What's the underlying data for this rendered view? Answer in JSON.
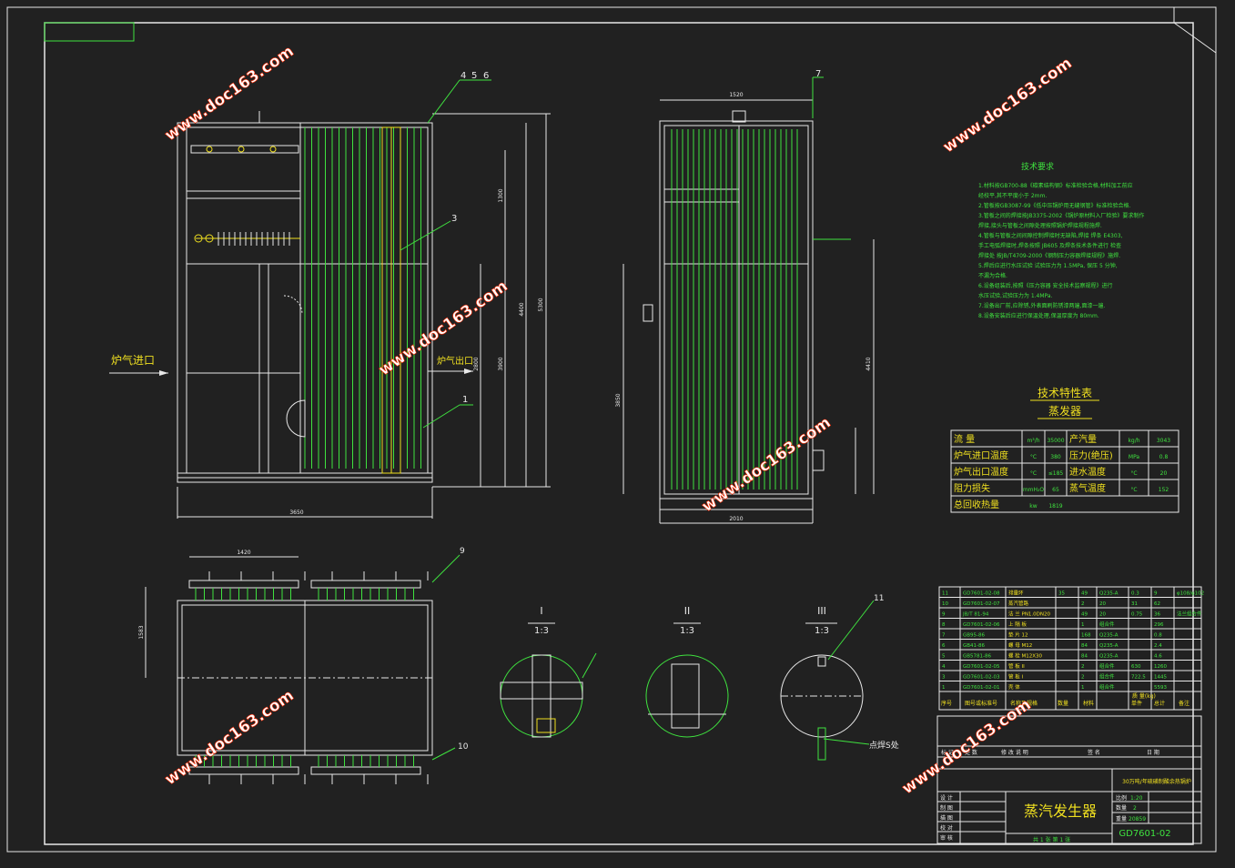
{
  "watermark": "www.doc163.com",
  "labels": {
    "flue_gas_inlet": "炉气进口",
    "flue_gas_outlet": "炉气出口",
    "section_1": "I",
    "section_2": "II",
    "section_3": "III",
    "scale_section": "1:3",
    "balloon_4": "4",
    "balloon_5": "5",
    "balloon_6": "6",
    "balloon_7": "7",
    "balloon_3": "3",
    "balloon_1": "1",
    "balloon_9": "9",
    "balloon_10": "10",
    "balloon_11": "11",
    "weld_note": "点焊S处"
  },
  "tech_requirements": {
    "title": "技术要求",
    "lines": [
      "1.材料按GB700-88《碳素结构钢》标准检验合格,材料加工前应",
      "  经校平,其不平度小于 2mm.",
      "2.管板按GB3087-99《低中压锅炉用无缝钢管》标准检验合格.",
      "3.管板之间的焊接按JB3375-2002《锅炉原材料入厂检验》要求制作",
      "  焊接,接头与管板之间隙处理按照锅炉焊接规程施焊.",
      "4.管板与管板之间间隙控制焊接时无缺陷,焊接 焊条 E4303,",
      "  手工电弧焊接时,焊条按照 JB605 及焊条技术条件进行 检查",
      "  焊接处 按JB/T4709-2000《钢制压力容器焊接规程》施焊.",
      "5.焊后应进行水压试验 试验压力为 1.5MPa, 保压 5 分钟,",
      "  不漏为合格.",
      "6.设备组装后,按照《压力容器 安全技术监察规程》进行",
      "  水压试验,试验压力为 1.4MPa.",
      "7.设备出厂前,应除锈,外表面刷防锈漆两遍,面漆一遍.",
      "8.设备安装后应进行保温处理,保温厚度为 80mm."
    ]
  },
  "spec_table": {
    "title": "技术特性表",
    "subtitle": "蒸发器",
    "rows": [
      [
        "流 量",
        "m³/h",
        "35000",
        "产汽量",
        "kg/h",
        "3043"
      ],
      [
        "炉气进口温度",
        "°C",
        "380",
        "压力(绝压)",
        "MPa",
        "0.8"
      ],
      [
        "炉气出口温度",
        "°C",
        "≤185",
        "进水温度",
        "°C",
        "20"
      ],
      [
        "阻力损失",
        "mmH₂O",
        "65",
        "蒸气温度",
        "°C",
        "152"
      ],
      [
        "总回收热量",
        "kw",
        "1819",
        "",
        "",
        ""
      ]
    ]
  },
  "bom": {
    "rows": [
      [
        "11",
        "GD7601-02-08",
        "排量环",
        "35",
        "49",
        "Q235-A",
        "0.3",
        "9",
        "φ108/φ102"
      ],
      [
        "10",
        "GD7601-02-07",
        "蒸汽管路",
        "",
        "2",
        "20",
        "31",
        "62",
        ""
      ],
      [
        "9",
        "JB/T 81-94",
        "法 兰 PN1.0DN20",
        "",
        "49",
        "20",
        "0.75",
        "36",
        "法兰组合件"
      ],
      [
        "8",
        "GD7601-02-06",
        "上 隔 板",
        "",
        "1",
        "组合件",
        "",
        "296",
        ""
      ],
      [
        "7",
        "GB95-86",
        "垫 片 12",
        "",
        "168",
        "Q235-A",
        "",
        "0.8",
        ""
      ],
      [
        "6",
        "GB41-86",
        "螺 母 M12",
        "",
        "84",
        "Q235-A",
        "",
        "2.4",
        ""
      ],
      [
        "5",
        "GB5781-86",
        "螺 栓 M12X30",
        "",
        "84",
        "Q235-A",
        "",
        "4.6",
        ""
      ],
      [
        "4",
        "GD7601-02-05",
        "管 板 II",
        "",
        "2",
        "组合件",
        "630",
        "1260",
        ""
      ],
      [
        "3",
        "GD7601-02-03",
        "管 板 I",
        "",
        "2",
        "组合件",
        "722.5",
        "1445",
        ""
      ],
      [
        "1",
        "GD7601-02-01",
        "壳 体",
        "",
        "1",
        "组合件",
        "",
        "5593",
        ""
      ]
    ],
    "header": [
      "序号",
      "图号或标准号",
      "名称及规格",
      "数量",
      "材料",
      "单件",
      "总计",
      "备注"
    ],
    "header_mass": "质 量(kg)"
  },
  "title_block": {
    "name": "蒸汽发生器",
    "drawing_no": "GD7601-02",
    "project": "30万吨/年硫磺制酸余热锅炉",
    "scale_label": "比例",
    "scale": "1:20",
    "qty_label": "数量",
    "qty": "2",
    "weight_label": "重量",
    "weight": "20859",
    "rows_left": [
      "设 计",
      "制 图",
      "描 图",
      "校 对",
      "审 核"
    ],
    "change_labels": [
      "标 记",
      "处 数",
      "修 改 说 明",
      "签 名",
      "日 期"
    ],
    "sheet": "共 1 张 第 1 张"
  },
  "dims": {
    "front_width": "3650",
    "front_height_total": "5300",
    "front_height_a": "4400",
    "front_height_b": "3900",
    "front_height_c": "2800",
    "front_top": "1300",
    "side_width": "2010",
    "side_top": "1520",
    "side_height_a": "4410",
    "side_height_b": "3850",
    "plan_width": "1420",
    "plan_side": "1583"
  }
}
